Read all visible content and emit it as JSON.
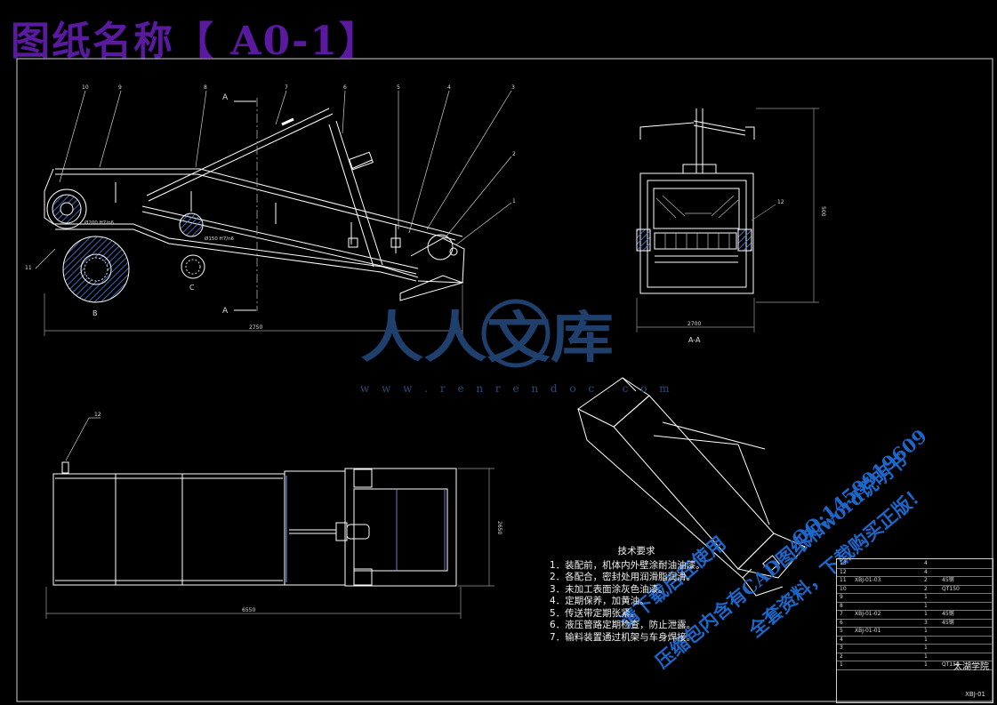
{
  "page_title": "图纸名称【 A0-1】",
  "watermark": {
    "brand": "人人文库",
    "url": "w w w . r e n r e n d o c . c o m",
    "diagonal_lines": [
      "请下载后在使用",
      "压缩包内含有CAD图纸和word说明书",
      "QQ:1459919609",
      "全套资料，下载购买正版！"
    ]
  },
  "views": {
    "main": {
      "part_labels": [
        "10",
        "9",
        "8",
        "7",
        "6",
        "5",
        "4",
        "3",
        "2",
        "1",
        "11"
      ],
      "section_markers": [
        "A",
        "A"
      ],
      "fit_labels": [
        "Ø200 H7/n6",
        "Ø150 H7/n6"
      ],
      "detail_labels": [
        "B",
        "C"
      ],
      "overall_dim": "2750"
    },
    "section_aa": {
      "caption": "A-A",
      "width_dim": "2700",
      "height_dim": "500",
      "part_label": "12"
    },
    "plan": {
      "part_label": "12",
      "length_dim": "6550",
      "width_dim": "2650"
    }
  },
  "tech_requirements": {
    "title": "技术要求",
    "items": [
      "1．装配前，机体内外壁涂耐油油漆。",
      "2．各配合，密封处用润滑脂润滑。",
      "3．未加工表面涂灰色油漆。",
      "4．定期保养，加黄油。",
      "5．传送带定期张紧。",
      "6．液压管路定期检查，防止泄露。",
      "7．输料装置通过机架与车身焊接。"
    ]
  },
  "title_block": {
    "rows": [
      [
        "13",
        "",
        "",
        "4",
        ""
      ],
      [
        "12",
        "",
        "",
        "4",
        ""
      ],
      [
        "11",
        "XBJ-01-03",
        "",
        "2",
        "45钢"
      ],
      [
        "10",
        "",
        "",
        "2",
        "QT150"
      ],
      [
        "9",
        "",
        "",
        "1",
        ""
      ],
      [
        "8",
        "",
        "",
        "1",
        ""
      ],
      [
        "7",
        "XBJ-01-02",
        "",
        "1",
        "45钢"
      ],
      [
        "6",
        "",
        "",
        "3",
        "45钢"
      ],
      [
        "5",
        "XBJ-01-01",
        "",
        "1",
        ""
      ],
      [
        "4",
        "",
        "",
        "1",
        ""
      ],
      [
        "3",
        "",
        "",
        "1",
        ""
      ],
      [
        "2",
        "",
        "",
        "1",
        ""
      ],
      [
        "1",
        "",
        "",
        "1",
        "QT150"
      ]
    ],
    "school": "太湖学院",
    "drawing_name": "",
    "drawing_code": "XBJ-01"
  },
  "colors": {
    "line": "#ffffff",
    "center": "#8a8a8a",
    "hatch": "#5080e0",
    "dim": "#9a9a9a",
    "title_purple": "#5a1aa0",
    "watermark_blue": "#1e66c8",
    "logo_blue": "#1f3f6d"
  }
}
